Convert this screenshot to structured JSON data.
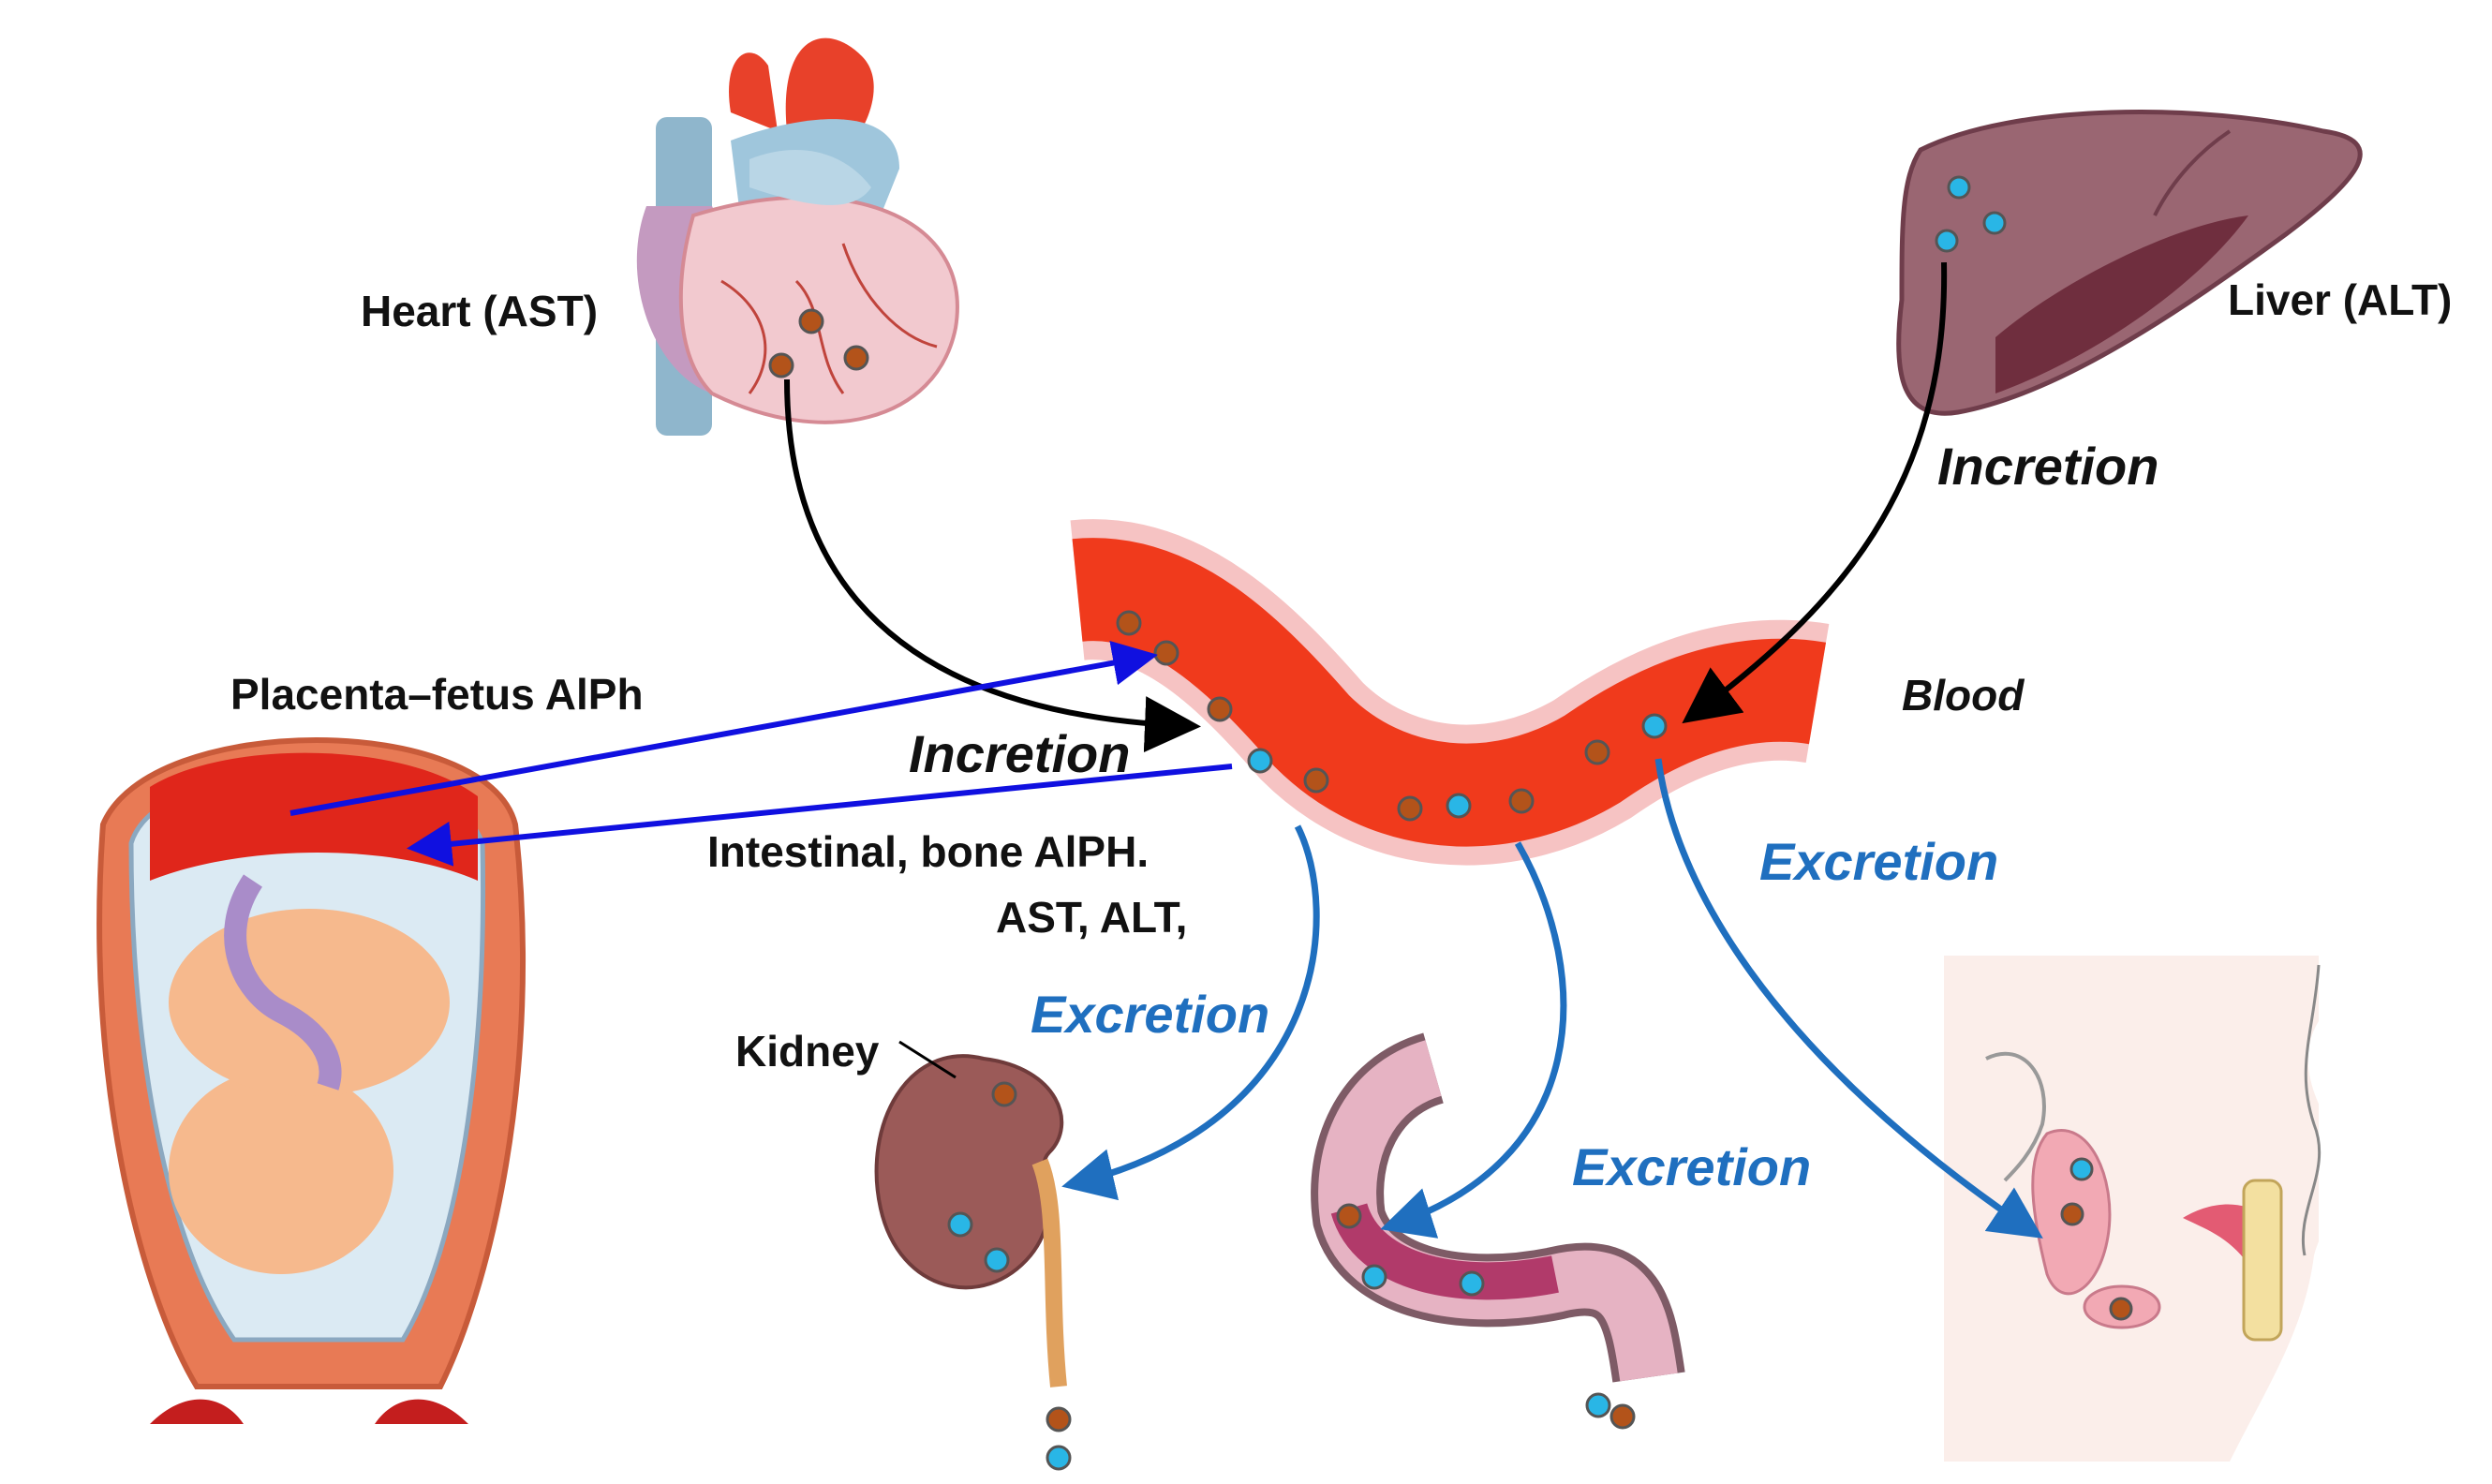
{
  "labels": {
    "heart": "Heart (AST)",
    "liver": "Liver (ALT)",
    "placenta": "Placenta–fetus AlPh",
    "blood": "Blood",
    "incretion_liver": "Incretion",
    "incretion_heart": "Incretion",
    "intestinal_line1": "Intestinal, bone AlPH.",
    "intestinal_line2": "AST, ALT,",
    "kidney": "Kidney",
    "excretion_kidney": "Excretion",
    "excretion_intestine": "Excretion",
    "excretion_saliva": "Excretion"
  },
  "colors": {
    "incretion_arrow": "#000000",
    "transport_arrow": "#1010e0",
    "excretion_arrow": "#1f6fbf",
    "excretion_text": "#1f6fbf",
    "vessel": "#f03a1c",
    "vessel_wall": "#f6c3c3",
    "enzyme_brown": "#b3531a",
    "enzyme_cyan": "#29b6e6"
  },
  "icons": [
    "heart-icon",
    "liver-icon",
    "blood-vessel-icon",
    "uterus-fetus-icon",
    "kidney-icon",
    "intestine-icon",
    "salivary-glands-icon"
  ]
}
